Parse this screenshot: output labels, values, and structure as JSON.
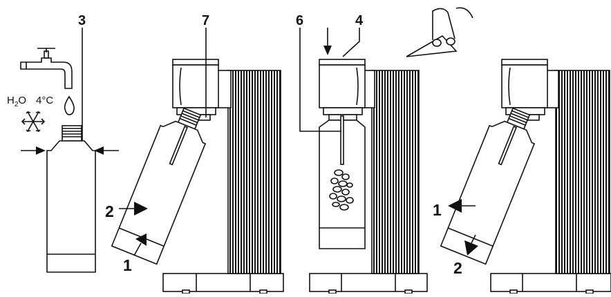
{
  "labels": {
    "part_3": "3",
    "part_7": "7",
    "part_6": "6",
    "part_4": "4",
    "step1_push": "1",
    "step1_tilt": "2",
    "step3_pull": "1",
    "step3_tilt": "2"
  },
  "annotations": {
    "water": "H",
    "water_sub": "2",
    "water_o": "O",
    "temperature": "4°C"
  },
  "icons": [
    "tap-icon",
    "water-drop-icon",
    "snowflake-icon",
    "sound-icon",
    "arrow-icon"
  ],
  "colors": {
    "ink": "#111111",
    "background": "#ffffff"
  }
}
